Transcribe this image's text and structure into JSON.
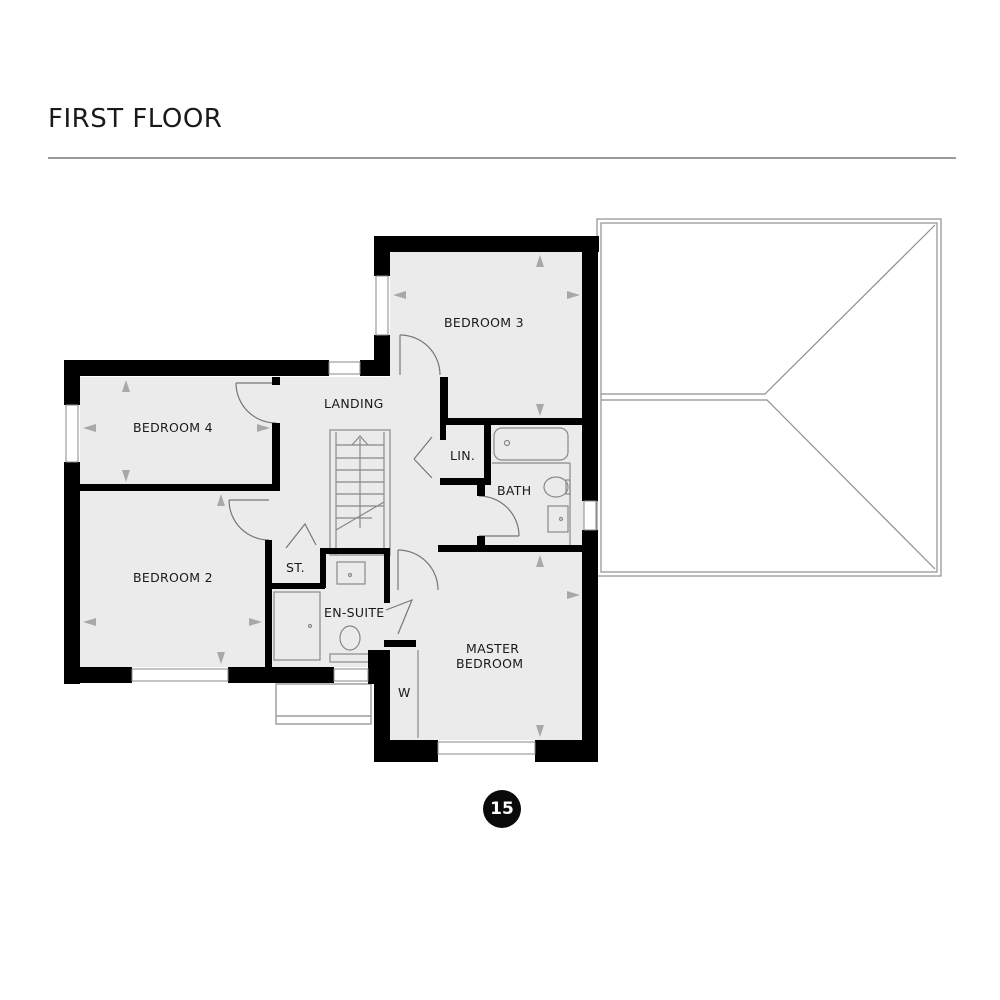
{
  "header": {
    "title": "FIRST FLOOR"
  },
  "plot_number": "15",
  "colors": {
    "wall": "#000000",
    "floor": "#ebebeb",
    "outline": "#9a9a9a",
    "dim_arrow": "#a8a8a8",
    "badge": "#0a0a0a"
  },
  "rooms": {
    "bedroom_3": "BEDROOM 3",
    "landing": "LANDING",
    "bedroom_4": "BEDROOM 4",
    "linen": "LIN.",
    "bath": "BATH",
    "bedroom_2": "BEDROOM 2",
    "store": "ST.",
    "en_suite": "EN-SUITE",
    "master_line1": "MASTER",
    "master_line2": "BEDROOM",
    "wardrobe": "W"
  }
}
